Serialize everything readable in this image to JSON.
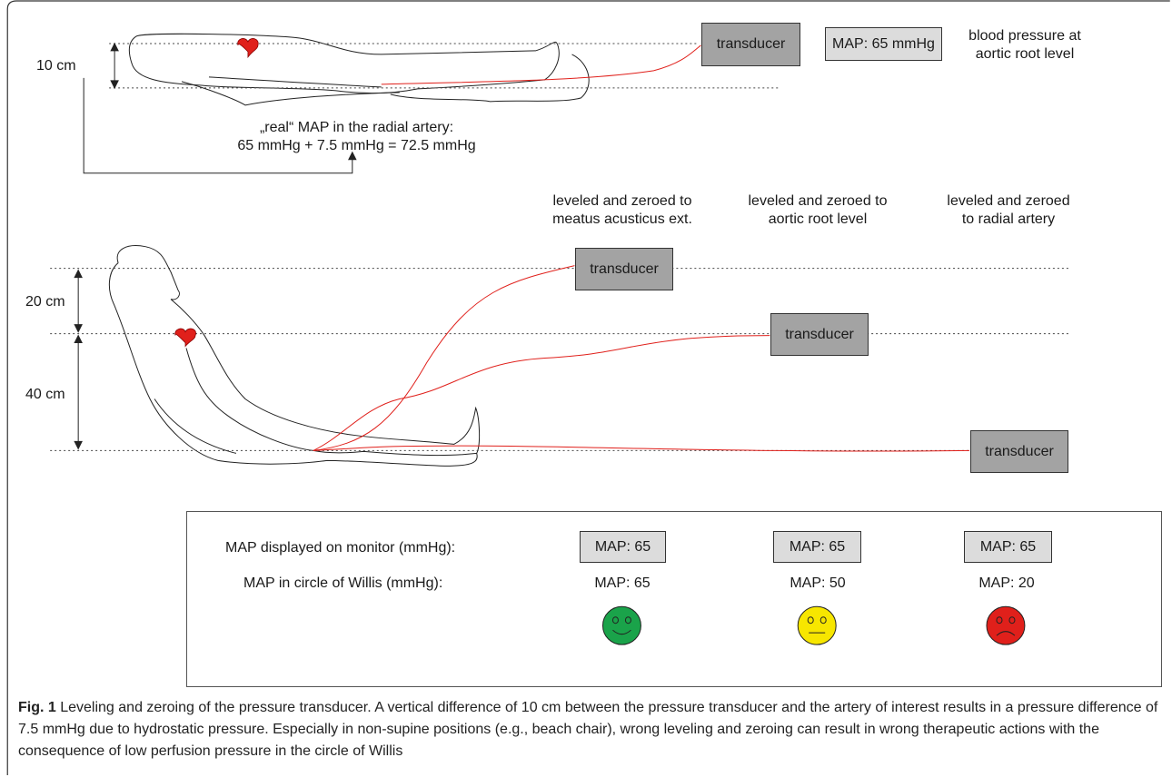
{
  "top_section": {
    "transducer_label": "transducer",
    "map_box_label": "MAP: 65 mmHg",
    "bp_note_line1": "blood pressure at",
    "bp_note_line2": "aortic root level",
    "distance_label": "10 cm",
    "real_map_line1": "„real“ MAP in the radial artery:",
    "real_map_line2": "65 mmHg + 7.5 mmHg = 72.5 mmHg"
  },
  "middle_section": {
    "headers": [
      {
        "line1": "leveled and zeroed to",
        "line2": "meatus acusticus ext."
      },
      {
        "line1": "leveled and zeroed to",
        "line2": "aortic root level"
      },
      {
        "line1": "leveled and zeroed",
        "line2": "to radial artery"
      }
    ],
    "transducers": [
      "transducer",
      "transducer",
      "transducer"
    ],
    "distance_upper": "20 cm",
    "distance_lower": "40 cm"
  },
  "summary": {
    "row1_label": "MAP displayed on monitor (mmHg):",
    "row2_label": "MAP in circle of Willis (mmHg):",
    "displayed": [
      "MAP: 65",
      "MAP: 65",
      "MAP: 65"
    ],
    "willis": [
      "MAP: 65",
      "MAP: 50",
      "MAP: 20"
    ],
    "faces": [
      {
        "icon": "happy-face-icon",
        "color": "#1aa34a"
      },
      {
        "icon": "neutral-face-icon",
        "color": "#f7e600"
      },
      {
        "icon": "sad-face-icon",
        "color": "#e0201b"
      }
    ]
  },
  "caption": {
    "figure_no": "Fig. 1",
    "text": " Leveling and zeroing of the pressure transducer. A vertical difference of 10 cm between the pressure transducer and the artery of interest results in a pressure difference of 7.5 mmHg due to hydrostatic pressure. Especially in non-supine positions (e.g., beach chair), wrong leveling and zeroing can result in wrong therapeutic actions with the consequence of low perfusion pressure in the circle of Willis"
  },
  "colors": {
    "line": "#e0201b",
    "heart": "#e0201b",
    "transducer_fill": "#a3a3a3",
    "map_fill": "#dcdcdc"
  }
}
